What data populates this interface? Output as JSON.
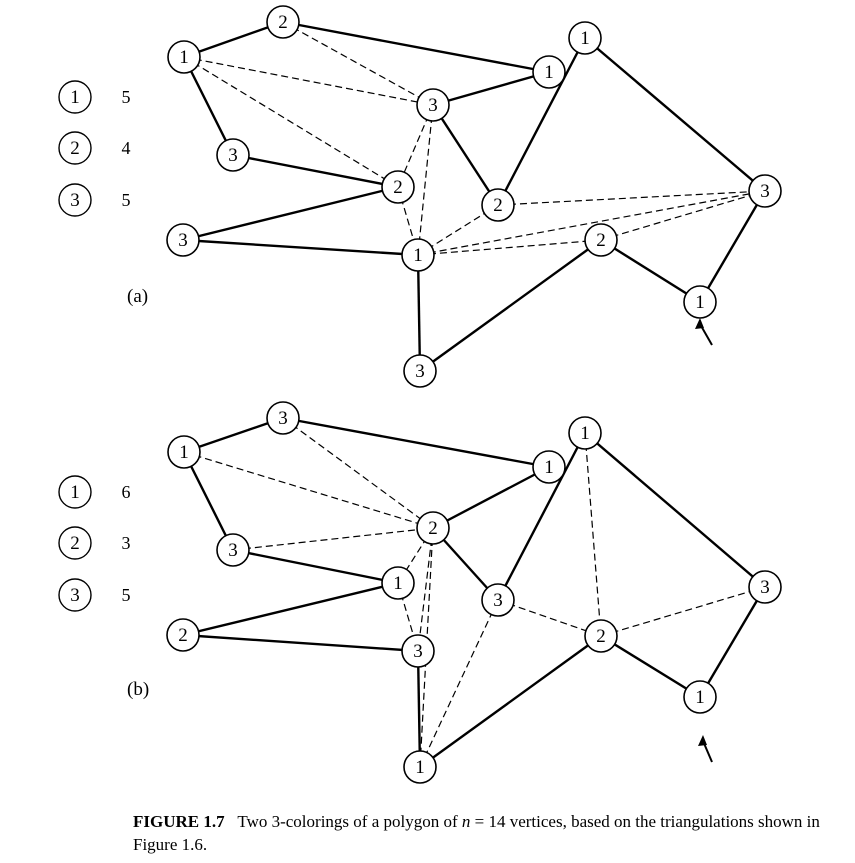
{
  "panels": [
    {
      "label": "(a)",
      "legend": [
        {
          "color": "1",
          "count": "5"
        },
        {
          "color": "2",
          "count": "4"
        },
        {
          "color": "3",
          "count": "5"
        }
      ],
      "vertex_labels": [
        "1",
        "2",
        "1",
        "1",
        "3",
        "3",
        "2",
        "2",
        "3",
        "3",
        "1",
        "2",
        "1",
        "3"
      ],
      "polygon_edges": [
        [
          0,
          1
        ],
        [
          1,
          2
        ],
        [
          2,
          4
        ],
        [
          4,
          7
        ],
        [
          7,
          3
        ],
        [
          3,
          8
        ],
        [
          8,
          12
        ],
        [
          12,
          11
        ],
        [
          11,
          13
        ],
        [
          13,
          10
        ],
        [
          10,
          9
        ],
        [
          9,
          6
        ],
        [
          6,
          5
        ],
        [
          5,
          0
        ]
      ],
      "diagonals": [
        [
          1,
          4
        ],
        [
          0,
          4
        ],
        [
          0,
          6
        ],
        [
          4,
          6
        ],
        [
          4,
          10
        ],
        [
          6,
          10
        ],
        [
          10,
          7
        ],
        [
          10,
          8
        ],
        [
          10,
          11
        ],
        [
          7,
          8
        ],
        [
          11,
          8
        ]
      ]
    },
    {
      "label": "(b)",
      "legend": [
        {
          "color": "1",
          "count": "6"
        },
        {
          "color": "2",
          "count": "3"
        },
        {
          "color": "3",
          "count": "5"
        }
      ],
      "vertex_labels": [
        "1",
        "3",
        "1",
        "1",
        "2",
        "3",
        "1",
        "3",
        "3",
        "2",
        "3",
        "2",
        "1",
        "1"
      ],
      "polygon_edges": [
        [
          0,
          1
        ],
        [
          1,
          2
        ],
        [
          2,
          4
        ],
        [
          4,
          7
        ],
        [
          7,
          3
        ],
        [
          3,
          8
        ],
        [
          8,
          12
        ],
        [
          12,
          11
        ],
        [
          11,
          13
        ],
        [
          13,
          10
        ],
        [
          10,
          9
        ],
        [
          9,
          6
        ],
        [
          6,
          5
        ],
        [
          5,
          0
        ]
      ],
      "diagonals": [
        [
          1,
          4
        ],
        [
          0,
          4
        ],
        [
          5,
          4
        ],
        [
          4,
          6
        ],
        [
          4,
          10
        ],
        [
          4,
          13
        ],
        [
          6,
          10
        ],
        [
          13,
          7
        ],
        [
          7,
          11
        ],
        [
          3,
          11
        ],
        [
          11,
          8
        ]
      ]
    }
  ],
  "caption": {
    "figure_label": "FIGURE 1.7",
    "text_before": "Two 3-colorings of a polygon of ",
    "variable": "n",
    "text_after": " = 14 vertices, based on the triangulations shown in Figure 1.6."
  }
}
